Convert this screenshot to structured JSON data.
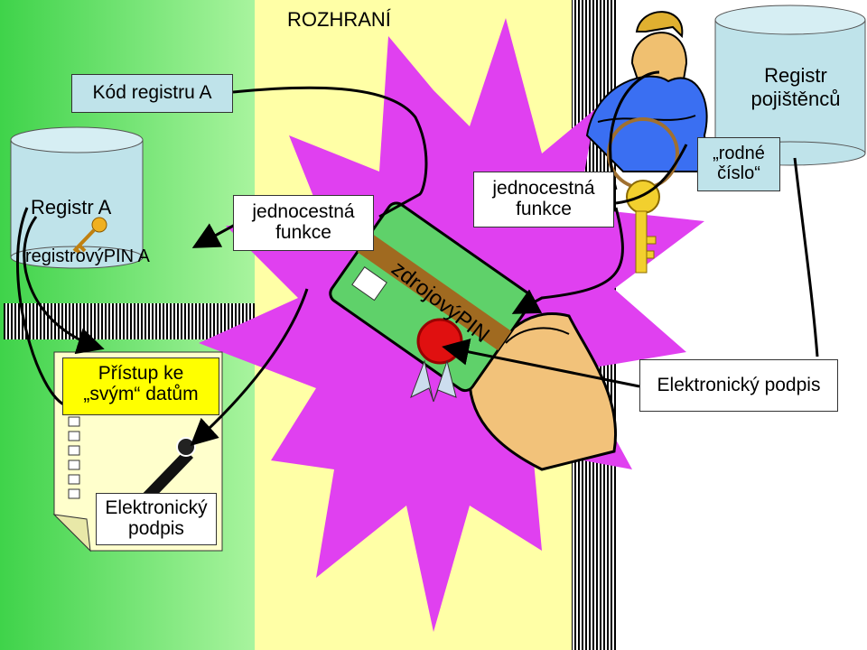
{
  "title": "ROZHRANÍ",
  "left": {
    "registry_code": "Kód registru A",
    "registry_name": "Registr A",
    "registry_pin": "registrovýPIN A",
    "one_way_function": [
      "jednocestná",
      "funkce"
    ],
    "access": [
      "Přístup ke",
      "„svým“ datům"
    ],
    "signature": [
      "Elektronický",
      "podpis"
    ]
  },
  "center": {
    "card_label": "zdrojovýPIN",
    "one_way_function": [
      "jednocestná",
      "funkce"
    ]
  },
  "right": {
    "registry_name": [
      "Registr",
      "pojištěnců"
    ],
    "birth_number": [
      "„rodné",
      "číslo“"
    ],
    "signature": "Elektronický podpis"
  },
  "colors": {
    "left_zone": "#8ef28a",
    "middle_zone": "#ffffa6",
    "right_zone": "#ffffff",
    "burst": "#e040f0",
    "box_blue": "#bfe3ea",
    "box_yellow": "#ffff00",
    "card": "#5fd16a"
  }
}
